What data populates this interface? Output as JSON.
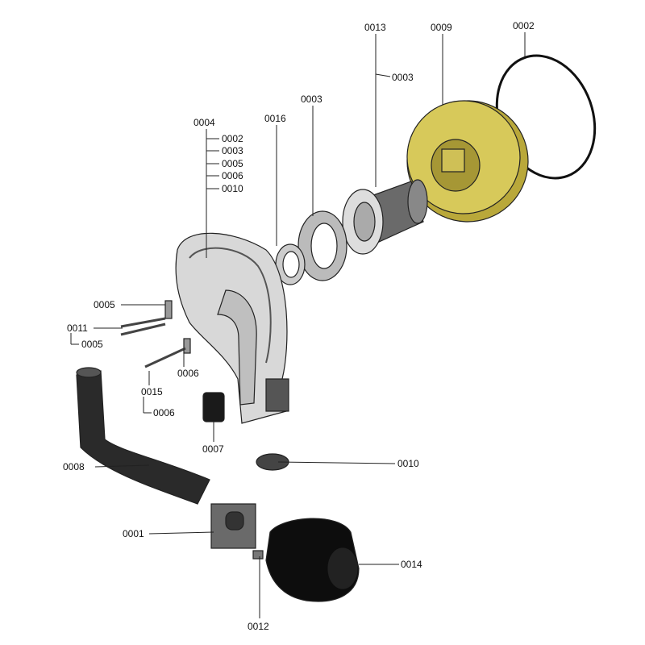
{
  "diagram": {
    "parts": {
      "p0013": "0013",
      "p0003_tube": "0003",
      "p0009": "0009",
      "p0002_ring": "0002",
      "p0004": "0004",
      "p0004_sub": [
        "0002",
        "0003",
        "0005",
        "0006",
        "0010"
      ],
      "p0016": "0016",
      "p0003_gasket": "0003",
      "p0005_top": "0005",
      "p0011": "0011",
      "p0005_sub": "0005",
      "p0006_elec": "0006",
      "p0015": "0015",
      "p0006_sub": "0006",
      "p0007": "0007",
      "p0008": "0008",
      "p0010": "0010",
      "p0001": "0001",
      "p0014": "0014",
      "p0012": "0012"
    },
    "colors": {
      "insulation": "#c9b94a",
      "dark": "#1a1a1a",
      "housing": "#d8d8d8"
    }
  }
}
